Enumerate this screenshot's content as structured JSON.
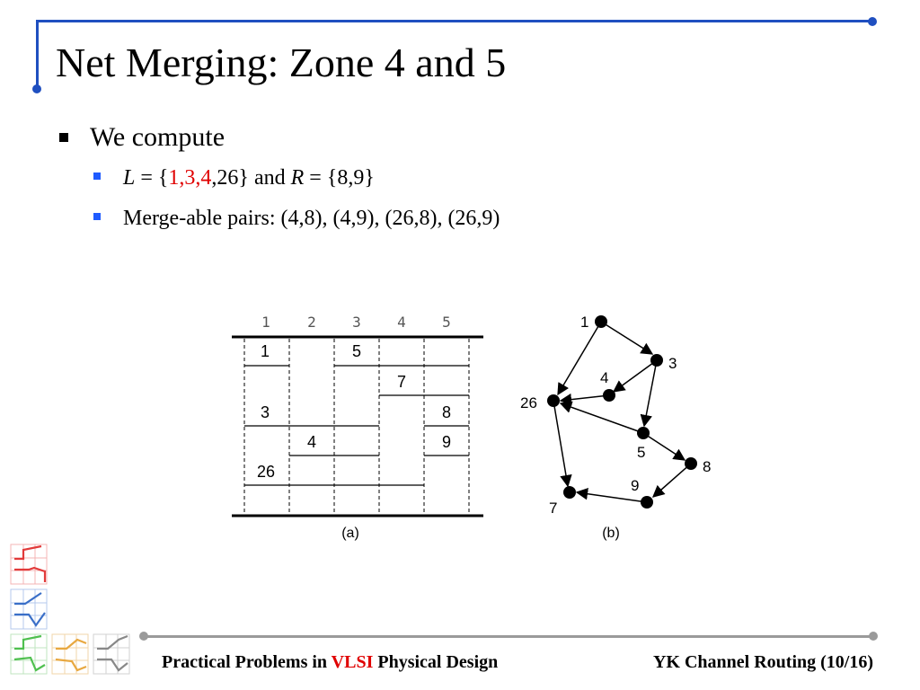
{
  "title": "Net Merging: Zone 4 and 5",
  "bullets": {
    "main": "We compute",
    "sub1": {
      "L_var": "L",
      "eq1": " = {",
      "red_part": "1,3,4",
      "rest1": ",26} and ",
      "R_var": "R",
      "rest2": " = {8,9}"
    },
    "sub2": "Merge-able pairs: (4,8), (4,9), (26,8), (26,9)"
  },
  "figure_a": {
    "columns": [
      "1",
      "2",
      "3",
      "4",
      "5"
    ],
    "net_labels": [
      "1",
      "5",
      "7",
      "3",
      "8",
      "4",
      "9",
      "26"
    ],
    "caption": "(a)"
  },
  "figure_b": {
    "nodes": [
      "1",
      "3",
      "4",
      "26",
      "5",
      "8",
      "9",
      "7"
    ],
    "caption": "(b)"
  },
  "footer": {
    "left_pre": "Practical Problems in ",
    "left_red": "VLSI",
    "left_post": " Physical Design",
    "right": "YK Channel Routing (10/16)"
  },
  "colors": {
    "accent_blue": "#1f4fc0",
    "highlight_red": "#e00000",
    "footer_gray": "#9a9a9a"
  }
}
